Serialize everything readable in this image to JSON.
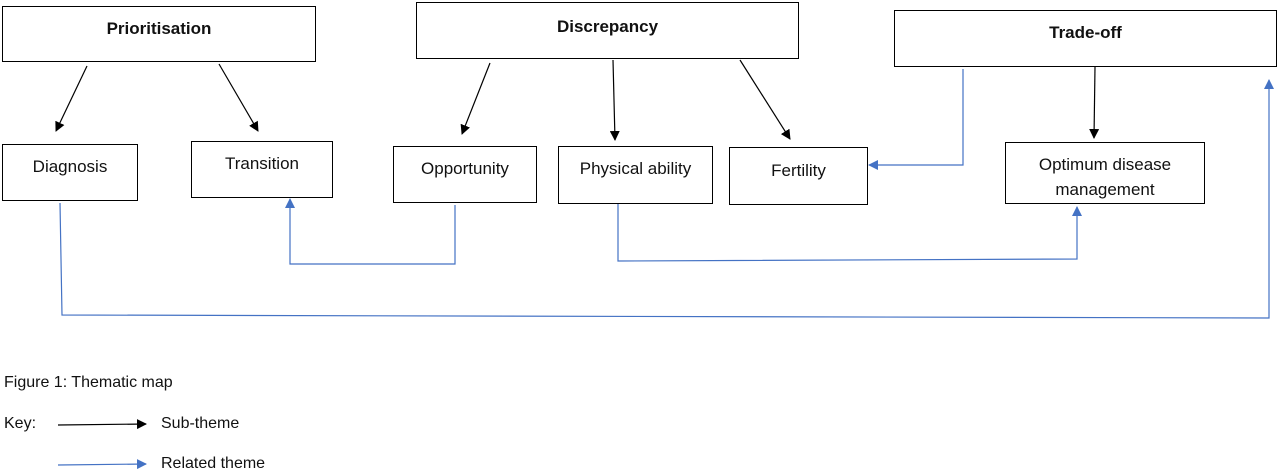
{
  "themes": {
    "prioritisation": "Prioritisation",
    "discrepancy": "Discrepancy",
    "tradeoff": "Trade-off"
  },
  "subthemes": {
    "diagnosis": "Diagnosis",
    "transition": "Transition",
    "opportunity": "Opportunity",
    "physical_ability": "Physical ability",
    "fertility": "Fertility",
    "optimum_disease_management": "Optimum disease management"
  },
  "caption": "Figure 1: Thematic map",
  "key": {
    "label": "Key:",
    "sub_theme": "Sub-theme",
    "related_theme": "Related theme"
  },
  "colors": {
    "sub_theme_arrow": "#000000",
    "related_theme_arrow": "#4472C4"
  }
}
